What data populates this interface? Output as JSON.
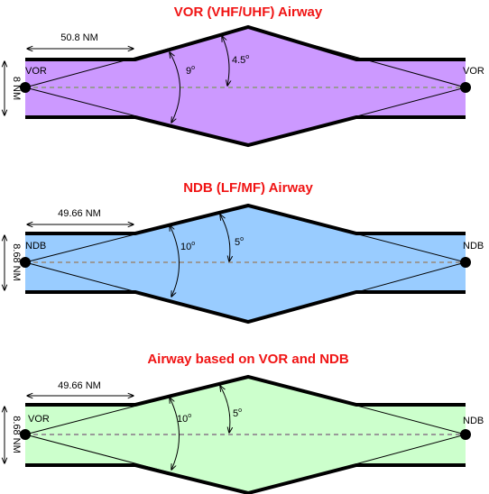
{
  "colors": {
    "title": "#f01414",
    "vor_fill": "#cc99ff",
    "ndb_fill": "#99ccff",
    "mixed_fill": "#ccffcc",
    "centerline": "#999999",
    "outline": "#000000"
  },
  "airways": [
    {
      "title": "VOR (VHF/UHF) Airway",
      "left_station": "VOR",
      "right_station": "VOR",
      "distance_label": "50.8 NM",
      "width_label": "8 NM",
      "angle_total_label": "9",
      "angle_half_label": "4.5",
      "degree_mark": "o"
    },
    {
      "title": "NDB (LF/MF) Airway",
      "left_station": "NDB",
      "right_station": "NDB",
      "distance_label": "49.66 NM",
      "width_label": "8.68 NM",
      "angle_total_label": "10",
      "angle_half_label": "5",
      "degree_mark": "o"
    },
    {
      "title": "Airway based on VOR and NDB",
      "left_station": "VOR",
      "right_station": "NDB",
      "distance_label": "49.66 NM",
      "width_label": "8.68 NM",
      "angle_total_label": "10",
      "angle_half_label": "5",
      "degree_mark": "o"
    }
  ]
}
